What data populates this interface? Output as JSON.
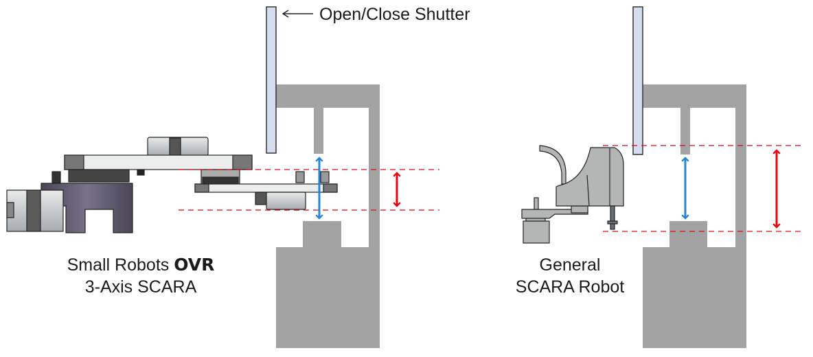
{
  "shutter_label": "Open/Close Shutter",
  "left_robot": {
    "line1": "Small Robots ",
    "brand": "OVR",
    "line2": "3-Axis SCARA"
  },
  "right_robot": {
    "line1": "General",
    "line2": "SCARA Robot"
  },
  "colors": {
    "machine": "#a3a3a3",
    "shutter": "#d4dcee",
    "clearance_arrow": "#2a84d2",
    "stroke_arrow": "#e30613"
  }
}
